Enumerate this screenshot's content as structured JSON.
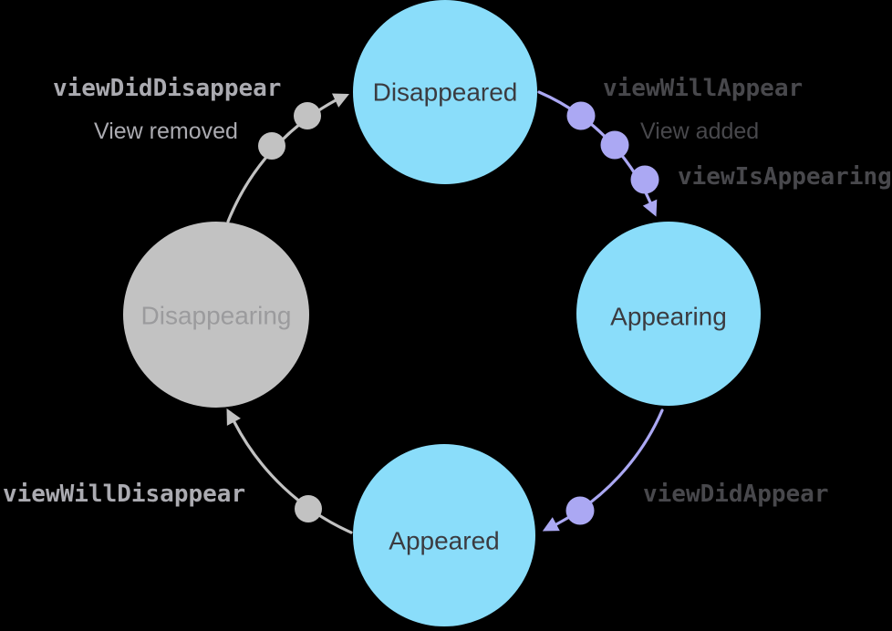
{
  "diagram": {
    "title": "View controller lifecycle state diagram",
    "background": "#000000",
    "colors": {
      "state_blue": "#8ADDFA",
      "state_gray": "#C2C2C2",
      "transition_purple": "#ABA8F3",
      "transition_gray": "#C2C2C2",
      "muted_label": "#ABABB1",
      "dark_label": "#48484C",
      "blue_state_text": "#3B3B40",
      "gray_state_text": "#9B9B9D"
    },
    "states": [
      {
        "id": "disappeared",
        "label": "Disappeared",
        "fill": "#8ADDFA",
        "text_color": "#3B3B40"
      },
      {
        "id": "appearing",
        "label": "Appearing",
        "fill": "#8ADDFA",
        "text_color": "#3B3B40"
      },
      {
        "id": "appeared",
        "label": "Appeared",
        "fill": "#8ADDFA",
        "text_color": "#3B3B40"
      },
      {
        "id": "disappearing",
        "label": "Disappearing",
        "fill": "#C2C2C2",
        "text_color": "#9B9B9D"
      }
    ],
    "transitions": [
      {
        "id": "disappeared-to-appearing",
        "from": "Disappeared",
        "to": "Appearing",
        "color": "#ABA8F3",
        "dot_count": 3,
        "events": [
          "viewWillAppear",
          "View added",
          "viewIsAppearing"
        ]
      },
      {
        "id": "appearing-to-appeared",
        "from": "Appearing",
        "to": "Appeared",
        "color": "#ABA8F3",
        "dot_count": 1,
        "events": [
          "viewDidAppear"
        ]
      },
      {
        "id": "appeared-to-disappearing",
        "from": "Appeared",
        "to": "Disappearing",
        "color": "#C2C2C2",
        "dot_count": 1,
        "events": [
          "viewWillDisappear"
        ]
      },
      {
        "id": "disappearing-to-disappeared",
        "from": "Disappearing",
        "to": "Disappeared",
        "color": "#C2C2C2",
        "dot_count": 2,
        "events": [
          "viewDidDisappear",
          "View removed"
        ]
      }
    ],
    "annotations": [
      {
        "id": "view-did-disappear",
        "text": "viewDidDisappear",
        "style": "code",
        "tone": "muted"
      },
      {
        "id": "view-removed",
        "text": "View removed",
        "style": "plain",
        "tone": "muted"
      },
      {
        "id": "view-will-appear",
        "text": "viewWillAppear",
        "style": "code",
        "tone": "dark"
      },
      {
        "id": "view-added",
        "text": "View added",
        "style": "plain",
        "tone": "dark"
      },
      {
        "id": "view-is-appearing",
        "text": "viewIsAppearing",
        "style": "code",
        "tone": "dark"
      },
      {
        "id": "view-did-appear",
        "text": "viewDidAppear",
        "style": "code",
        "tone": "dark"
      },
      {
        "id": "view-will-disappear",
        "text": "viewWillDisappear",
        "style": "code",
        "tone": "muted"
      }
    ]
  }
}
